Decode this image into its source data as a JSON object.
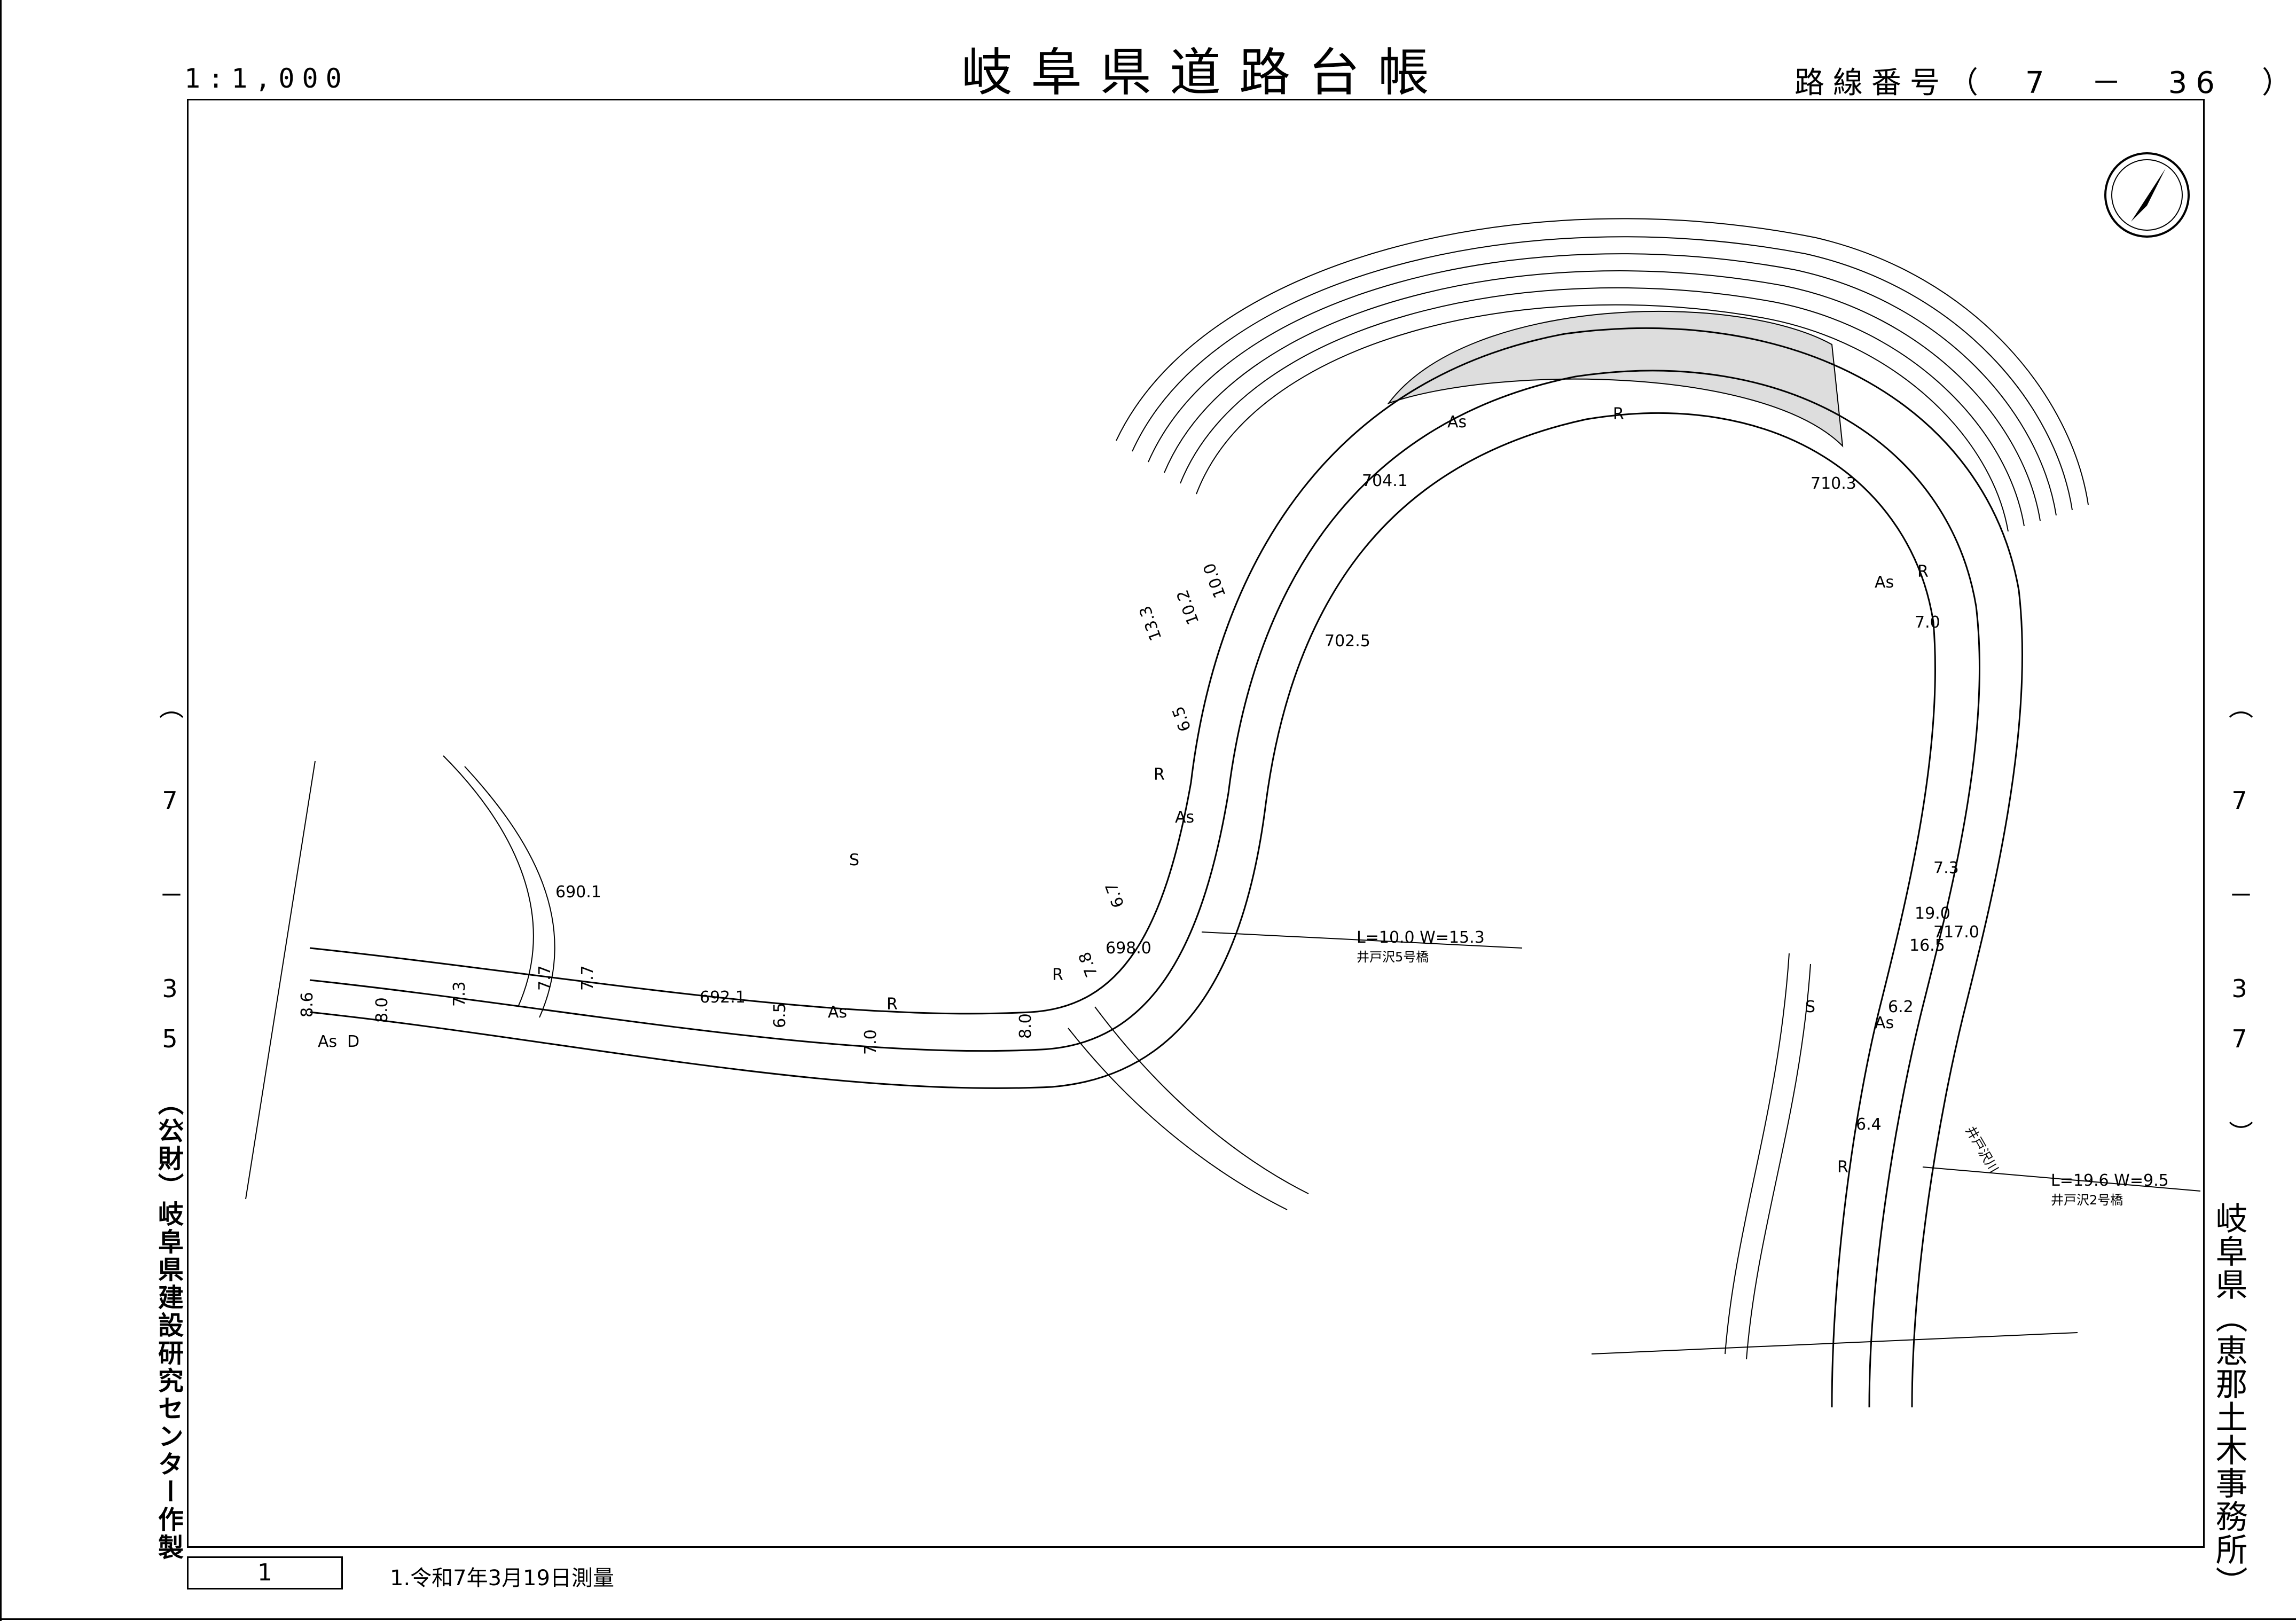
{
  "header": {
    "title": "岐阜県道路台帳",
    "scale": "1:1,000",
    "route_number": "路線番号（　7　－　36　）"
  },
  "adjacent": {
    "left": "（　7　－　35　）",
    "right": "（　7　－　37　）"
  },
  "side": {
    "maker": "（公財）岐阜県建設研究センター作製",
    "office": "岐阜県（恵那土木事務所）"
  },
  "footer": {
    "sheet_number": "1",
    "survey_note": "1.令和7年3月19日測量"
  },
  "map": {
    "north_arrow": "north-arrow-icon",
    "elevations": [
      "690.1",
      "692.1",
      "698.0",
      "704.1",
      "702.5",
      "710.3",
      "717.0"
    ],
    "widths": [
      "8.6",
      "8.0",
      "7.3",
      "7.7",
      "7.7",
      "6.5",
      "7.0",
      "8.0",
      "7.8",
      "6.7",
      "6.5",
      "13.3",
      "10.2",
      "10.0",
      "7.0",
      "7.3",
      "19.0",
      "16.5",
      "6.2",
      "6.4"
    ],
    "surface_labels": [
      "As",
      "R",
      "S",
      "D"
    ],
    "bridges": [
      {
        "spec": "L=10.0 W=15.3",
        "name": "井戸沢5号橋"
      },
      {
        "spec": "L=19.6 W=9.5",
        "name": "井戸沢2号橋"
      }
    ],
    "stream_name": "井戸沢川"
  },
  "colors": {
    "line": "#000000",
    "background": "#ffffff"
  }
}
